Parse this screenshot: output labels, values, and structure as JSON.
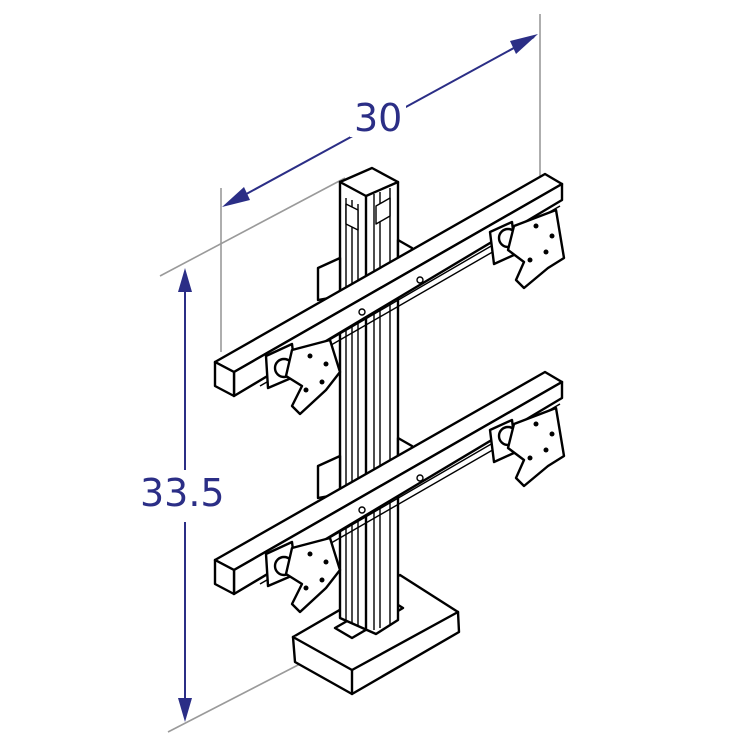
{
  "diagram": {
    "subject": "Dual-tier quad monitor mount on post with base",
    "dimensions": {
      "width": {
        "label": "30",
        "orientation": "diagonal"
      },
      "height": {
        "label": "33.5",
        "orientation": "vertical"
      }
    },
    "colors": {
      "dimension": "#2b2e86",
      "extension_line": "#9a9a9a",
      "outline": "#000000",
      "background": "#ffffff"
    }
  }
}
